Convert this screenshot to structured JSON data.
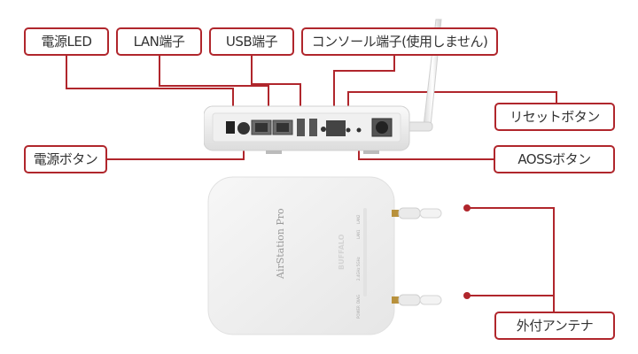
{
  "labels": {
    "power_led": "電源LED",
    "lan_port": "LAN端子",
    "usb_port": "USB端子",
    "console_port": "コンソール端子(使用しません)",
    "reset_button": "リセットボタン",
    "power_button": "電源ボタン",
    "aoss_button": "AOSSボタン",
    "external_antenna": "外付アンテナ"
  },
  "device": {
    "brand": "BUFFALO",
    "model": "AirStation Pro",
    "led_labels": [
      "POWER",
      "DIAG",
      "2.4GHz",
      "5GHz",
      "LAN1",
      "LAN2"
    ]
  },
  "colors": {
    "accent": "#b0262c",
    "device_body": "#eeeeee"
  }
}
